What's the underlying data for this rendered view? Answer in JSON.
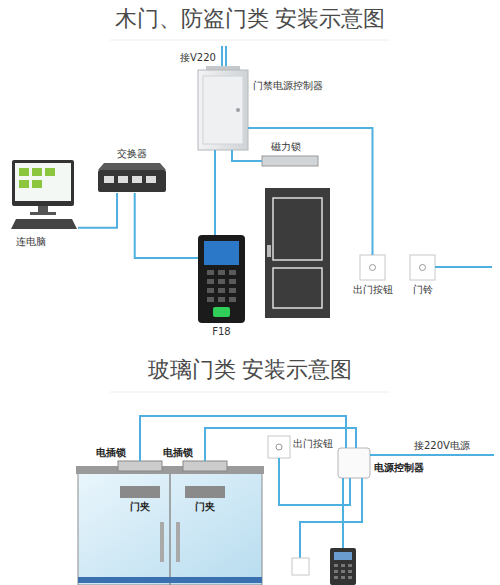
{
  "diagram": {
    "title": "木门、防盗门类 安装示意图",
    "nodes": [
      {
        "text": [
          "门禁电源控制器"
        ]
      },
      {
        "text": [
          "交换器"
        ]
      },
      {
        "text": [
          "连电脑"
        ]
      },
      {
        "text": [
          "F18"
        ]
      },
      {
        "text": [
          "磁力锁"
        ]
      },
      {
        "text": [
          "出门按钮"
        ]
      },
      {
        "text": [
          "门铃"
        ]
      },
      {
        "text": [
          "电插锁"
        ]
      },
      {
        "text": [
          "电插锁"
        ]
      },
      {
        "text": [
          "门夹"
        ]
      },
      {
        "text": [
          "门夹"
        ]
      },
      {
        "text": [
          "出门按钮"
        ]
      },
      {
        "text": [
          "电源控制器"
        ]
      }
    ],
    "edges": [
      {
        "from": 1,
        "to": 2,
        "arrow": "none"
      },
      {
        "from": 1,
        "to": 3,
        "arrow": "none"
      },
      {
        "from": 0,
        "to": 3,
        "arrow": "none"
      },
      {
        "from": 0,
        "to": 4,
        "arrow": "none"
      },
      {
        "from": 0,
        "to": 5,
        "arrow": "none"
      },
      {
        "from": 7,
        "to": 12,
        "arrow": "none"
      },
      {
        "from": 8,
        "to": 12,
        "arrow": "none"
      },
      {
        "from": 11,
        "to": 12,
        "arrow": "none"
      }
    ],
    "labels": [
      "接V220",
      "玻璃门类 安装示意图",
      "接220V电源"
    ]
  }
}
